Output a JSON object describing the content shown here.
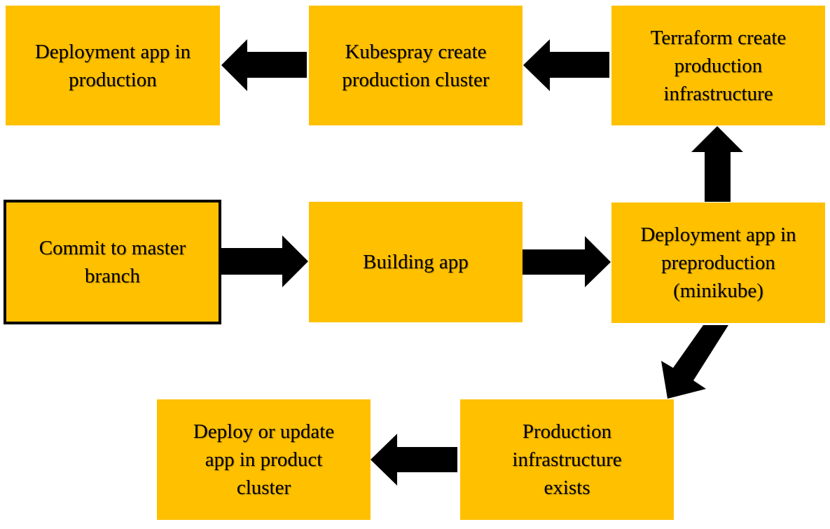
{
  "diagram": {
    "colors": {
      "box_fill": "#ffc000",
      "arrow": "#000000",
      "text": "#000000"
    },
    "nodes": {
      "deploy_prod": {
        "label": "Deployment app in\nproduction"
      },
      "kubespray": {
        "label": "Kubespray create\nproduction cluster"
      },
      "terraform": {
        "label": "Terraform create\nproduction\ninfrastructure"
      },
      "commit": {
        "label": "Commit to master\nbranch"
      },
      "building": {
        "label": "Building app"
      },
      "deploy_preprod": {
        "label": "Deployment app in\npreproduction\n(minikube)"
      },
      "deploy_update": {
        "label": "Deploy or update\napp in product\ncluster"
      },
      "infra_exists": {
        "label": "Production\ninfrastructure\nexists"
      }
    },
    "edges": [
      {
        "from": "commit",
        "to": "building",
        "direction": "right"
      },
      {
        "from": "building",
        "to": "deploy_preprod",
        "direction": "right"
      },
      {
        "from": "deploy_preprod",
        "to": "terraform",
        "direction": "up"
      },
      {
        "from": "terraform",
        "to": "kubespray",
        "direction": "left"
      },
      {
        "from": "kubespray",
        "to": "deploy_prod",
        "direction": "left"
      },
      {
        "from": "deploy_preprod",
        "to": "infra_exists",
        "direction": "down-left"
      },
      {
        "from": "infra_exists",
        "to": "deploy_update",
        "direction": "left"
      }
    ]
  }
}
